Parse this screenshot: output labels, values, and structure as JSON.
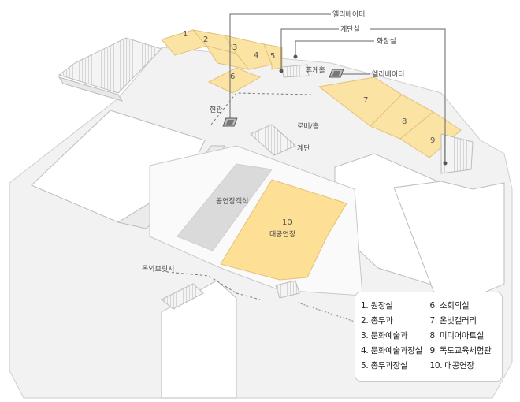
{
  "callouts": {
    "elevator_top": "엘리베이터",
    "stairs_top": "계단실",
    "restroom": "화장실",
    "lounge": "휴게홀",
    "elevator_right": "엘리베이터",
    "lobby_hall": "로비/홀",
    "stairs_center": "계단",
    "entrance": "현관",
    "seating": "공연장객석",
    "outdoor_bridge": "옥외브릿지"
  },
  "rooms": [
    {
      "number": "1",
      "name": "원장실"
    },
    {
      "number": "2",
      "name": "총무과"
    },
    {
      "number": "3",
      "name": "문화예술과"
    },
    {
      "number": "4",
      "name": "문화예술과장실"
    },
    {
      "number": "5",
      "name": "총무과장실"
    },
    {
      "number": "6",
      "name": "소회의실"
    },
    {
      "number": "7",
      "name": "온빛갤러리"
    },
    {
      "number": "8",
      "name": "미디어아트실"
    },
    {
      "number": "9",
      "name": "독도교육체험관"
    },
    {
      "number": "10",
      "name": "대공연장"
    }
  ],
  "hall_label": {
    "number": "10",
    "name": "대공연장"
  },
  "legend": {
    "col1": [
      "1. 원장실",
      "2. 총무과",
      "3. 문화예술과",
      "4. 문화예술과장실",
      "5. 총무과장실"
    ],
    "col2": [
      "6. 소회의실",
      "7. 온빛갤러리",
      "8. 미디어아트실",
      "9. 독도교육체험관",
      "10. 대공연장"
    ]
  },
  "colors": {
    "room_fill": "#fbe3a4",
    "room_edge": "#e2c27a",
    "hall_fill": "#fddf96",
    "seating_fill": "#dadada",
    "floor": "#f2f2f2",
    "wall": "#c9c9c9",
    "line": "#555555"
  }
}
